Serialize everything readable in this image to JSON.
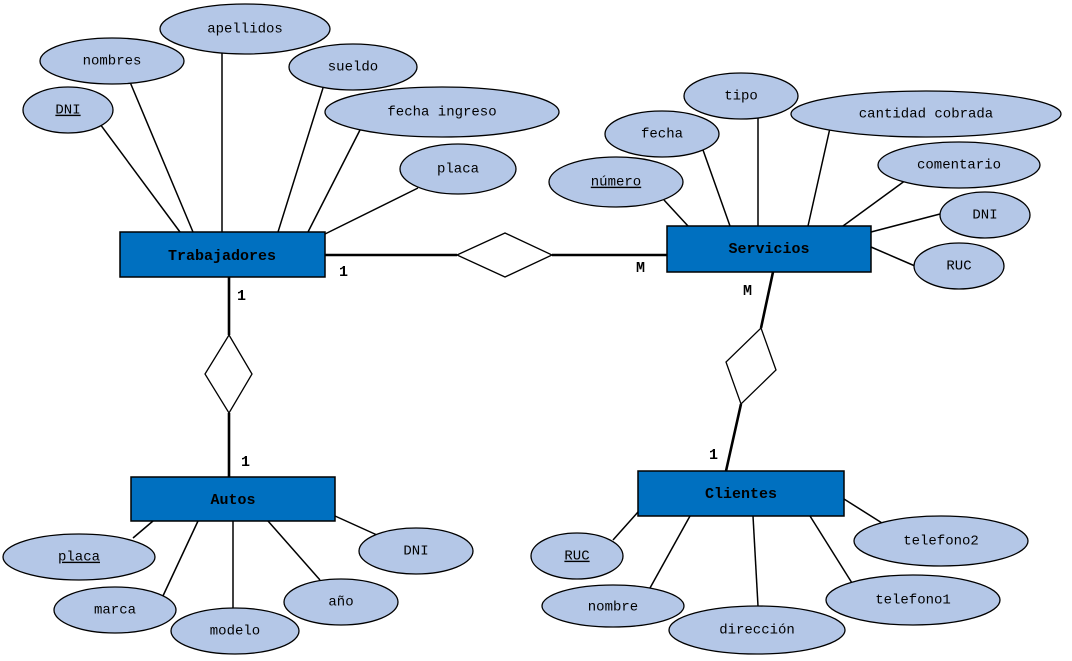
{
  "entities": {
    "trabajadores": "Trabajadores",
    "servicios": "Servicios",
    "autos": "Autos",
    "clientes": "Clientes"
  },
  "attributes": {
    "trabajadores": {
      "dni": "DNI",
      "nombres": "nombres",
      "apellidos": "apellidos",
      "sueldo": "sueldo",
      "fecha_ingreso": "fecha ingreso",
      "placa": "placa"
    },
    "servicios": {
      "numero": "número",
      "fecha": "fecha",
      "tipo": "tipo",
      "cantidad_cobrada": "cantidad cobrada",
      "comentario": "comentario",
      "dni": "DNI",
      "ruc": "RUC"
    },
    "autos": {
      "placa": "placa",
      "marca": "marca",
      "modelo": "modelo",
      "anio": "año",
      "dni": "DNI"
    },
    "clientes": {
      "ruc": "RUC",
      "nombre": "nombre",
      "direccion": "dirección",
      "telefono1": "telefono1",
      "telefono2": "telefono2"
    }
  },
  "primary_keys": [
    "trabajadores.dni",
    "servicios.numero",
    "autos.placa",
    "clientes.ruc"
  ],
  "cardinalities": {
    "trab_serv_trab": "1",
    "trab_serv_serv": "M",
    "trab_autos_trab": "1",
    "trab_autos_autos": "1",
    "serv_cli_serv": "M",
    "serv_cli_cli": "1"
  },
  "colors": {
    "entity_fill": "#0070c0",
    "attribute_fill": "#b4c7e7",
    "line": "#000000"
  }
}
